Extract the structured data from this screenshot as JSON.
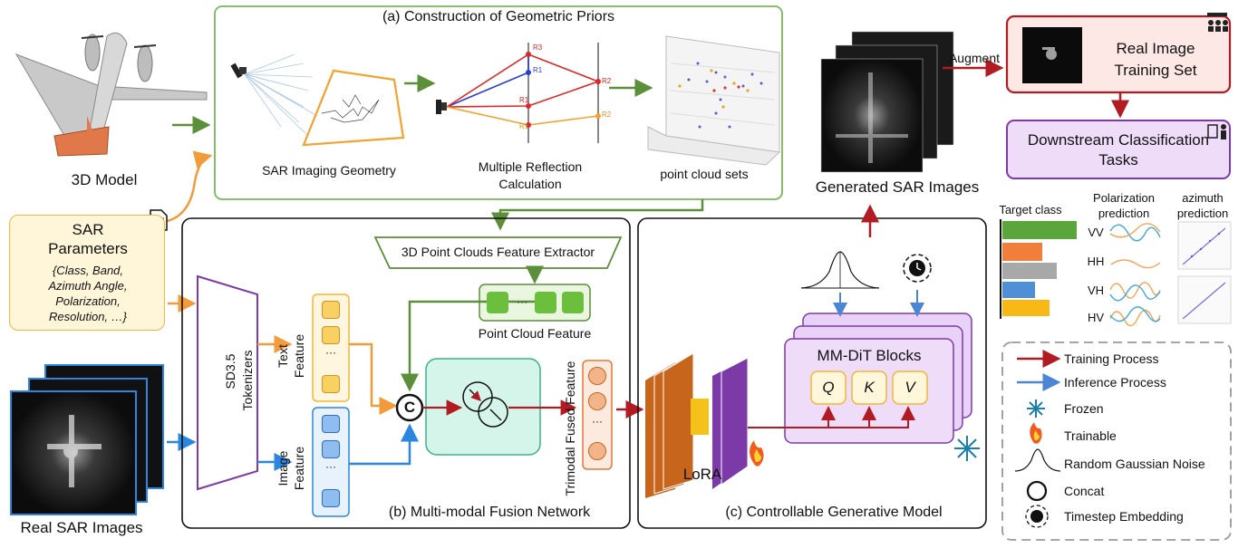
{
  "colors": {
    "green": "#5b8f3a",
    "orange": "#f39a3b",
    "blue": "#2a86e0",
    "red": "#b01c22",
    "purple": "#7c3aa8",
    "lora_orange": "#c8651c",
    "teal_fill": "#d6f5ea",
    "lavender_fill": "#e8d2f7"
  },
  "left": {
    "model_label": "3D Model",
    "sar_params_title_1": "SAR",
    "sar_params_title_2": "Parameters",
    "sar_params_lines": [
      "{Class, Band,",
      "Azimuth Angle,",
      "Polarization,",
      "Resolution, …}"
    ],
    "real_sar_label": "Real SAR Images"
  },
  "panel_a": {
    "title": "(a)  Construction of  Geometric Priors",
    "imaging_label": "SAR Imaging Geometry",
    "reflection_label_1": "Multiple Reflection",
    "reflection_label_2": "Calculation",
    "pointcloud_label": "point cloud sets",
    "node_labels": [
      "R3",
      "R1",
      "R1",
      "R2",
      "R1",
      "R2"
    ]
  },
  "panel_b": {
    "title": "(b)  Multi-modal Fusion Network",
    "tokenizer_1": "SD3.5",
    "tokenizer_2": "Tokenizers",
    "extractor": "3D Point Clouds Feature Extractor",
    "point_cloud_feature": "Point Cloud Feature",
    "text_feature_1": "Text",
    "text_feature_2": "Feature",
    "image_feature_1": "Image",
    "image_feature_2": "Feature",
    "trimodal": "Trimodal Fused Feature",
    "ellipsis": "···",
    "concat_symbol": "C"
  },
  "panel_c": {
    "title": "(c)  Controllable Generative Model",
    "lora": "LoRA",
    "mmdit": "MM-DiT Blocks",
    "q": "Q",
    "k": "K",
    "v": "V"
  },
  "right": {
    "generated": "Generated SAR Images",
    "augment": "Augment",
    "real_train_1": "Real Image",
    "real_train_2": "Training Set",
    "downstream_1": "Downstream Classification",
    "downstream_2": "Tasks",
    "target_class": "Target class",
    "polarization_1": "Polarization",
    "polarization_2": "prediction",
    "azimuth_1": "azimuth",
    "azimuth_2": "prediction",
    "pol_labels": [
      "VV",
      "HH",
      "VH",
      "HV"
    ],
    "bar_colors": [
      "#5aa63c",
      "#ef7f3a",
      "#a8a8a8",
      "#4f8fd6",
      "#f8b816"
    ]
  },
  "legend": {
    "items": [
      {
        "label": "Training Process"
      },
      {
        "label": "Inference Process"
      },
      {
        "label": "Frozen"
      },
      {
        "label": "Trainable"
      },
      {
        "label": "Random Gaussian  Noise"
      },
      {
        "label": "Concat"
      },
      {
        "label": "Timestep Embedding"
      }
    ]
  }
}
